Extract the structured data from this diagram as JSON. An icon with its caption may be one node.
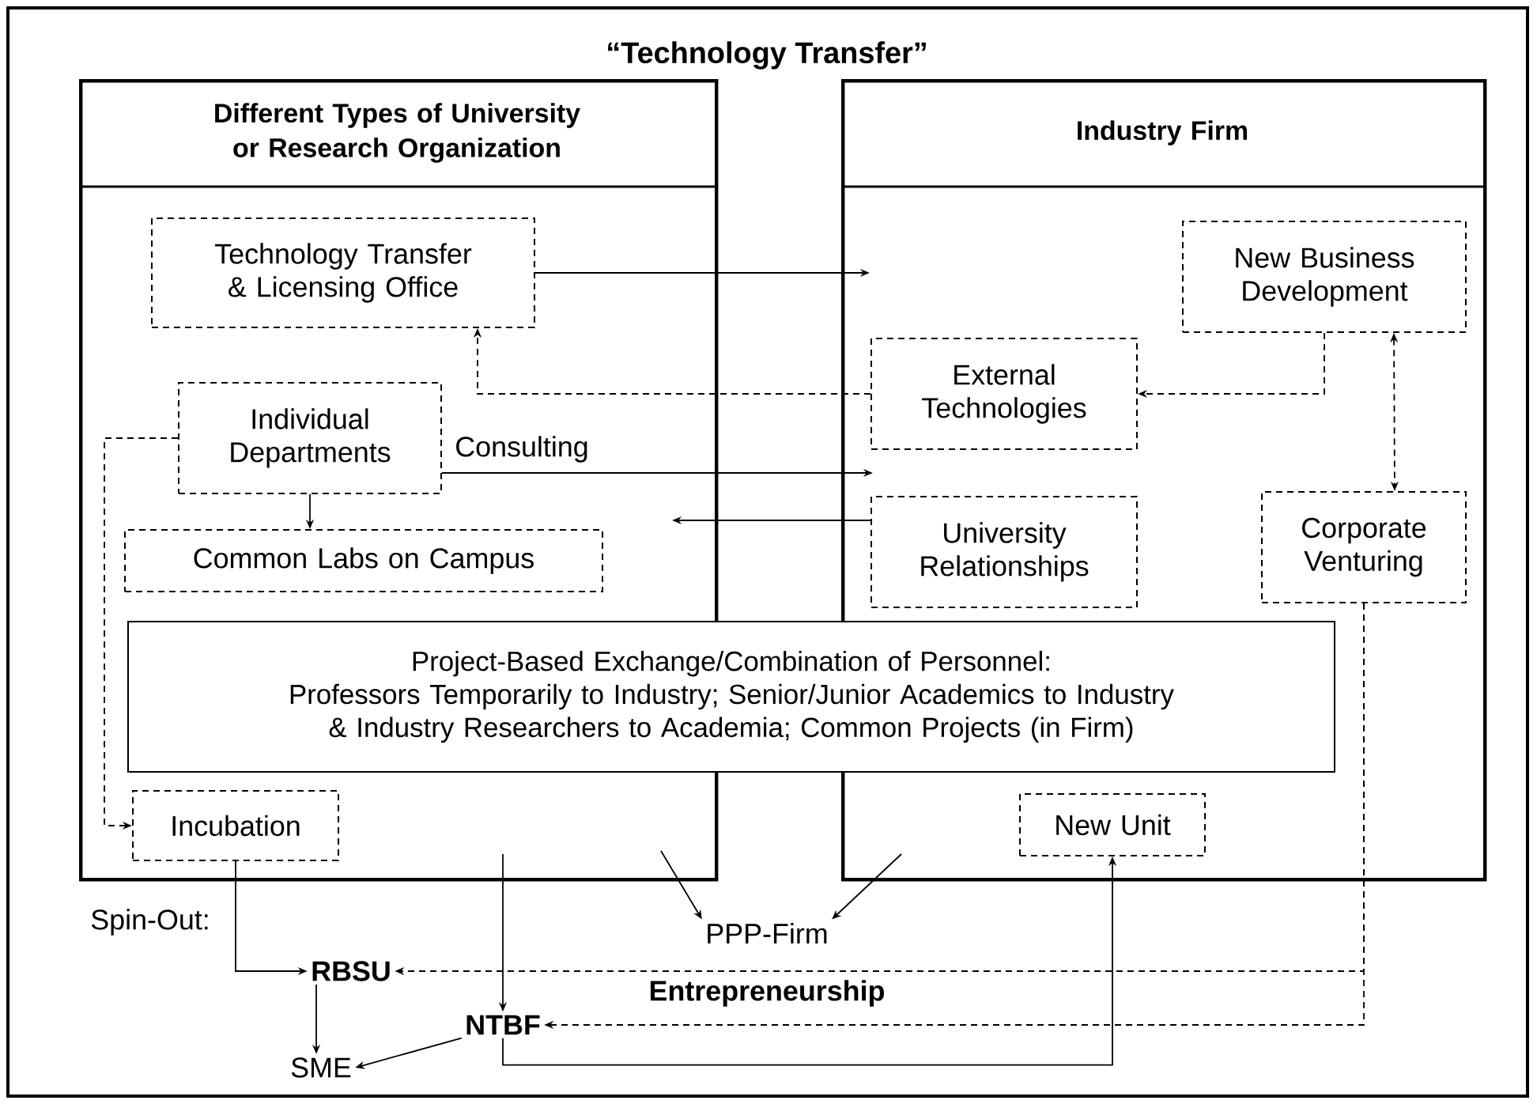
{
  "diagram": {
    "title": "“Technology Transfer”",
    "nodes": [
      {
        "text": [
          "Different Types of University or Research Organization"
        ]
      },
      {
        "text": [
          "Industry Firm"
        ]
      },
      {
        "text": [
          "Technology Transfer & Licensing Office"
        ],
        "in": 0
      },
      {
        "text": [
          "Individual Departments"
        ],
        "in": 0
      },
      {
        "text": [
          "Common Labs on Campus"
        ],
        "in": 0
      },
      {
        "text": [
          "Project-Based Exchange/Combination of Personnel:",
          "Professors Temporarily to Industry; Senior/Junior Academics to Industry & Industry Researchers to Academia; Common Projects (in Firm)"
        ]
      },
      {
        "text": [
          "Incubation"
        ],
        "in": 0
      },
      {
        "text": [
          "New Business Development"
        ],
        "in": 1
      },
      {
        "text": [
          "External Technologies"
        ],
        "in": 1
      },
      {
        "text": [
          "University Relationships"
        ],
        "in": 1
      },
      {
        "text": [
          "Corporate Venturing"
        ],
        "in": 1
      },
      {
        "text": [
          "New Unit"
        ],
        "in": 1
      },
      {
        "text": [
          "PPP-Firm"
        ]
      },
      {
        "text": [
          "RBSU"
        ]
      },
      {
        "text": [
          "NTBF"
        ]
      },
      {
        "text": [
          "SME"
        ]
      }
    ],
    "edges": [
      {
        "from": 2,
        "to": null,
        "arrow": "to"
      },
      {
        "from": 8,
        "to": 2,
        "arrow": "to",
        "style": "dashed"
      },
      {
        "from": 7,
        "to": 8,
        "arrow": "to",
        "style": "dashed"
      },
      {
        "from": 7,
        "to": 10,
        "arrow": "both",
        "style": "dashed"
      },
      {
        "from": 3,
        "to": null,
        "arrow": "to",
        "label": "Consulting"
      },
      {
        "from": 9,
        "to": null,
        "arrow": "to"
      },
      {
        "from": 3,
        "to": 4,
        "arrow": "to"
      },
      {
        "from": 3,
        "to": 6,
        "arrow": "to",
        "style": "dashed"
      },
      {
        "from": 6,
        "to": 13,
        "arrow": "to"
      },
      {
        "from": null,
        "to": 14,
        "arrow": "to"
      },
      {
        "from": null,
        "to": 12,
        "arrow": "to"
      },
      {
        "from": null,
        "to": 12,
        "arrow": "to"
      },
      {
        "from": 10,
        "to": 13,
        "arrow": "to",
        "style": "dashed"
      },
      {
        "from": 10,
        "to": 14,
        "arrow": "to",
        "style": "dashed"
      },
      {
        "from": 14,
        "to": 11,
        "arrow": "to"
      },
      {
        "from": 13,
        "to": 15,
        "arrow": "to"
      },
      {
        "from": 14,
        "to": 15,
        "arrow": "to"
      }
    ],
    "labels": [
      "Spin-Out:",
      "Entrepreneurship"
    ]
  }
}
